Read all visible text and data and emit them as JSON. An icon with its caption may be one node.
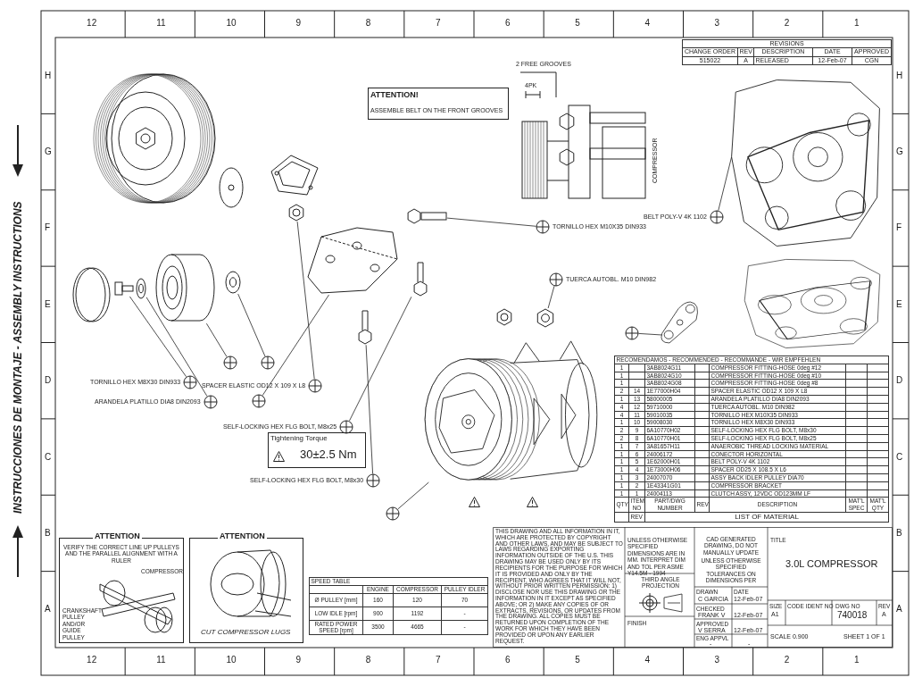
{
  "diagram": {
    "nodes": [
      {
        "text": [],
        "shape": "circle",
        "beside": [
          "TORNILLO HEX M10X35 DIN933"
        ]
      },
      {
        "text": [],
        "shape": "circle",
        "beside": [
          "BELT POLY-V 4K 1102"
        ]
      },
      {
        "text": [],
        "shape": "circle",
        "beside": [
          "TUERCA AUTOBL. M10 DIN982"
        ]
      },
      {
        "text": [],
        "shape": "circle",
        "beside": [
          "TORNILLO HEX M8X30 DIN933"
        ]
      },
      {
        "text": [],
        "shape": "circle",
        "beside": [
          "ARANDELA PLATILLO DIA8 DIN2093"
        ]
      },
      {
        "text": [],
        "shape": "circle",
        "beside": [
          "SPACER ELASTIC OD12 X 109 X L8"
        ]
      },
      {
        "text": [],
        "shape": "circle",
        "beside": [
          "SELF-LOCKING HEX FLG BOLT, M8x25"
        ]
      },
      {
        "text": [],
        "shape": "circle",
        "beside": [
          "SELF-LOCKING HEX FLG BOLT, M8x30"
        ]
      },
      {
        "text": [],
        "shape": "circle"
      },
      {
        "text": [],
        "shape": "circle"
      },
      {
        "text": [],
        "shape": "circle"
      },
      {
        "text": [],
        "shape": "circle"
      },
      {
        "text": [],
        "shape": "circle"
      },
      {
        "text": [],
        "shape": "picture"
      },
      {
        "text": [],
        "shape": "picture"
      },
      {
        "text": [],
        "shape": "picture"
      },
      {
        "text": [],
        "shape": "picture"
      },
      {
        "text": [],
        "shape": "picture"
      },
      {
        "text": [],
        "shape": "picture"
      },
      {
        "text": [],
        "shape": "picture"
      },
      {
        "text": [],
        "shape": "picture"
      },
      {
        "text": [],
        "shape": "picture"
      },
      {
        "text": [],
        "shape": "picture"
      },
      {
        "text": [],
        "shape": "picture"
      },
      {
        "text": [],
        "shape": "picture"
      },
      {
        "text": [],
        "shape": "picture"
      }
    ],
    "edges": [
      {
        "from": 0,
        "to": 13,
        "arrow": "none"
      },
      {
        "from": 1,
        "to": 14,
        "arrow": "none"
      },
      {
        "from": 2,
        "to": 15,
        "arrow": "none"
      },
      {
        "from": 3,
        "to": 16,
        "arrow": "none"
      },
      {
        "from": 4,
        "to": 17,
        "arrow": "none"
      },
      {
        "from": 5,
        "to": 18,
        "arrow": "none"
      },
      {
        "from": 6,
        "to": 19,
        "arrow": "none"
      },
      {
        "from": 7,
        "to": 20,
        "arrow": "none"
      },
      {
        "from": 8,
        "to": 21,
        "arrow": "none"
      },
      {
        "from": 9,
        "to": 22,
        "arrow": "none"
      },
      {
        "from": 10,
        "to": 23,
        "arrow": "none"
      },
      {
        "from": 11,
        "to": 24,
        "arrow": "none"
      },
      {
        "from": 12,
        "to": 25,
        "arrow": "none"
      }
    ],
    "labels": [
      "12",
      "11",
      "10",
      "9",
      "8",
      "7",
      "6",
      "5",
      "4",
      "3",
      "2",
      "1",
      "H",
      "G",
      "F",
      "E",
      "D",
      "C",
      "B",
      "A",
      "H",
      "G",
      "F",
      "E",
      "D",
      "C",
      "B",
      "A",
      "INSTRUCCIONES DE MONTAJE - ASSEMBLY INSTRUCTIONS",
      "REVISIONS",
      "CHANGE ORDER",
      "REV",
      "DESCRIPTION",
      "DATE",
      "APPROVED",
      "515022",
      "A",
      "RELEASED",
      "12-Feb-07",
      "CGN",
      "ATTENTION!",
      "ASSEMBLE BELT ON THE FRONT GROOVES",
      "2 FREE GROOVES",
      "4PK",
      "COMPRESSOR",
      "Tightening Torque",
      "30±2.5 Nm",
      "RECOMENDAMOS - RECOMMENDED - RECOMMANDE - WIR EMPFEHLEN",
      "1",
      "3AB8024G11",
      "COMPRESSOR FITTING-HOSE 0deg #12",
      "1",
      "3AB8024G10",
      "COMPRESSOR FITTING-HOSE 0deg #10",
      "1",
      "3AB8024G08",
      "COMPRESSOR FITTING-HOSE 0deg #8",
      "2",
      "14",
      "1E77000H04",
      "SPACER ELASTIC OD12 X 109 X L8",
      "1",
      "13",
      "58000005",
      "ARANDELA PLATILLO DIA8 DIN2093",
      "4",
      "12",
      "59710000",
      "TUERCA AUTOBL. M10 DIN982",
      "4",
      "11",
      "59010035",
      "TORNILLO HEX M10X35 DIN933",
      "1",
      "10",
      "59008030",
      "TORNILLO HEX M8X30 DIN933",
      "2",
      "9",
      "6A10770H02",
      "SELF-LOCKING HEX FLG BOLT, M8x30",
      "2",
      "8",
      "6A10770H01",
      "SELF-LOCKING HEX FLG BOLT, M8x25",
      "1",
      "7",
      "3A81657H11",
      "ANAEROBIC THREAD LOCKING MATERIAL",
      "1",
      "6",
      "24006172",
      "CONECTOR HORIZONTAL",
      "1",
      "5",
      "1E62000H01",
      "BELT POLY-V 4K 1102",
      "1",
      "4",
      "1E73000H06",
      "SPACER OD25 X 108.5 X L6",
      "1",
      "3",
      "24007070",
      "ASSY BACK IDLER PULLEY DIA70",
      "1",
      "2",
      "1E43341G01",
      "COMPRESSOR BRACKET",
      "1",
      "1",
      "24004113",
      "CLUTCH ASSY, 12VDC OD123MM LF",
      "QTY",
      "ITEM NO",
      "PART/DWG NUMBER",
      "REV",
      "DESCRIPTION",
      "MAT'L SPEC",
      "MAT'L QTY",
      "REV",
      "LIST OF MATERIAL",
      "ATTENTION",
      "VERIFY THE CORRECT LINE UP PULLEYS AND THE PARALLEL ALIGNMENT WITH A RULER",
      "COMPRESSOR",
      "CRANKSHAFT PULLEY AND/OR GUIDE PULLEY",
      "ATTENTION",
      "CUT COMPRESSOR LUGS",
      "SPEED TABLE",
      "ENGINE",
      "COMPRESSOR",
      "PULLEY IDLER",
      "Ø PULLEY [mm]",
      "160",
      "120",
      "70",
      "LOW IDLE [rpm]",
      "900",
      "1192",
      "-",
      "RATED POWER SPEED [rpm]",
      "3500",
      "4665",
      "-",
      "THIS DRAWING AND ALL INFORMATION IN IT, WHICH ARE PROTECTED BY COPYRIGHT AND OTHER LAWS, AND MAY BE SUBJECT TO LAWS REGARDING EXPORTING INFORMATION OUTSIDE OF THE U.S. THIS DRAWING MAY BE USED ONLY BY ITS RECIPIENTS FOR THE PURPOSE FOR WHICH IT IS PROVIDED AND ONLY BY THE RECIPIENT, WHO AGREES THAT IT WILL NOT, WITHOUT PRIOR WRITTEN PERMISSION: 1) DISCLOSE NOR USE THIS DRAWING OR THE INFORMATION IN IT EXCEPT AS SPECIFIED ABOVE; OR 2) MAKE ANY COPIES OF OR EXTRACTS, REVISIONS, OR UPDATES FROM THE DRAWING. ALL COPIES MUST BE RETURNED UPON COMPLETION OF THE WORK FOR WHICH THEY HAVE BEEN PROVIDED OR UPON ANY EARLIER REQUEST.",
      "UNLESS OTHERWISE SPECIFIED DIMENSIONS ARE IN MM. INTERPRET DIM AND TOL PER ASME Y14.5M - 1994",
      "THIRD ANGLE PROJECTION",
      "FINISH",
      "CAD GENERATED DRAWING, DO NOT MANUALLY UPDATE",
      "UNLESS OTHERWISE SPECIFIED TOLERANCES ON DIMENSIONS PER",
      "DRAWN",
      "C GARCIA",
      "DATE",
      "12-Feb-07",
      "CHECKED",
      "FRANK V",
      "12-Feb-07",
      "APPROVED",
      "V SERRA",
      "12-Feb-07",
      "ENG APPVL",
      "-",
      "-",
      "TITLE",
      "3.0L COMPRESSOR",
      "SIZE",
      "A1",
      "CODE IDENT NO",
      "DWG NO",
      "740018",
      "REV",
      "A",
      "SCALE 0.900",
      "SHEET 1 OF 1",
      "12",
      "11",
      "10",
      "9",
      "8",
      "7",
      "6",
      "5",
      "4",
      "3",
      "2",
      "1"
    ]
  }
}
